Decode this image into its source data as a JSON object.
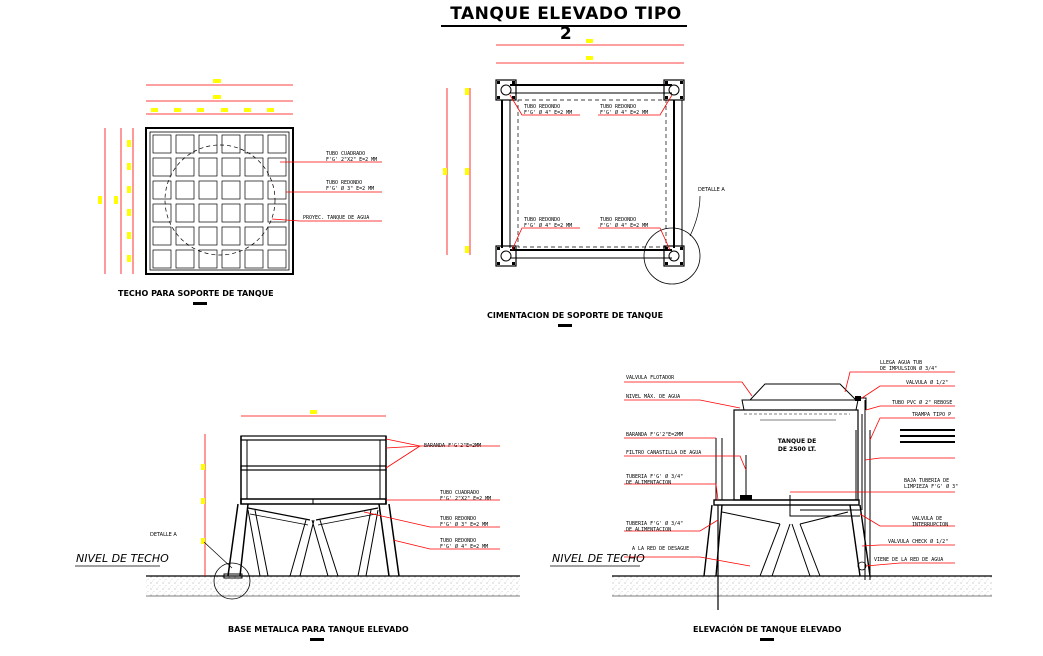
{
  "title": "TANQUE ELEVADO TIPO 2",
  "views": {
    "techo": {
      "title": "TECHO PARA SOPORTE DE TANQUE"
    },
    "cimentacion": {
      "title": "CIMENTACION DE SOPORTE DE TANQUE"
    },
    "base": {
      "title": "BASE METALICA PARA TANQUE ELEVADO"
    },
    "elevacion": {
      "title": "ELEVACIÓN DE TANQUE ELEVADO"
    }
  },
  "techo_labels": {
    "tubo_cuadrado": [
      "TUBO CUADRADO",
      "F'G' 2\"X2\" E=2 MM"
    ],
    "tubo_redondo": [
      "TUBO REDONDO",
      "F'G' Ø 3\" E=2 MM"
    ],
    "proyeccion": "PROYEC. TANQUE DE AGUA"
  },
  "cimentacion_labels": {
    "tubo_tl": [
      "TUBO REDONDO",
      "F'G' Ø 4\" E=2 MM"
    ],
    "tubo_tr": [
      "TUBO REDONDO",
      "F'G' Ø 4\" E=2 MM"
    ],
    "tubo_bl": [
      "TUBO REDONDO",
      "F'G' Ø 4\" E=2 MM"
    ],
    "tubo_br": [
      "TUBO REDONDO",
      "F'G' Ø 4\" E=2 MM"
    ],
    "detalle": "DETALLE A"
  },
  "base_labels": {
    "baranda": "BARANDA F'G'2\"E=2MM",
    "tubo_cuadrado": [
      "TUBO CUADRADO",
      "F'G' 2\"X2\" E=2 MM"
    ],
    "tubo_redondo_3": [
      "TUBO REDONDO",
      "F'G' Ø 3\" E=2 MM"
    ],
    "tubo_redondo_4": [
      "TUBO REDONDO",
      "F'G' Ø 4\" E=2 MM"
    ],
    "detalle": "DETALLE A",
    "nivel": "NIVEL DE TECHO"
  },
  "elevacion_labels": {
    "valvula_flotador": "VALVULA FLOTADOR",
    "nivel_max": "NIVEL MÁX. DE AGUA",
    "baranda": "BARANDA F'G'2\"E=2MM",
    "filtro": "FILTRO CANASTILLA DE AGUA",
    "tuberia_alim_1": [
      "TUBERIA F'G' Ø 3/4\"",
      "DE ALIMENTACION"
    ],
    "tuberia_alim_2": [
      "TUBERIA F'G' Ø 3/4\"",
      "DE ALIMENTACION"
    ],
    "red_desague": "A LA RED DE DESAGUE",
    "nivel": "NIVEL DE TECHO",
    "tanque": [
      "TANQUE DE",
      "DE 2500 LT."
    ],
    "llega_agua": [
      "LLEGA AGUA TUB",
      "DE IMPULSION Ø 3/4\""
    ],
    "valvula_12": "VALVULA Ø 1/2\"",
    "tubo_pvc": "TUBO PVC Ø 2\" REBOSE",
    "trampa": "TRAMPA TIPO P",
    "baja_tuberia": [
      "BAJA TUBERIA DE",
      "LIMPIEZA F'G' Ø 3\""
    ],
    "valvula_interr": [
      "VALVULA DE",
      "INTERRUPCION"
    ],
    "valvula_check": "VALVULA CHECK Ø 1/2\"",
    "viene_red": "VIENE DE LA RED DE AGUA"
  },
  "colors": {
    "line": "#000000",
    "dim": "#ff0000",
    "dim_text": "#ffff00",
    "hatch": "#9a9a9a"
  }
}
